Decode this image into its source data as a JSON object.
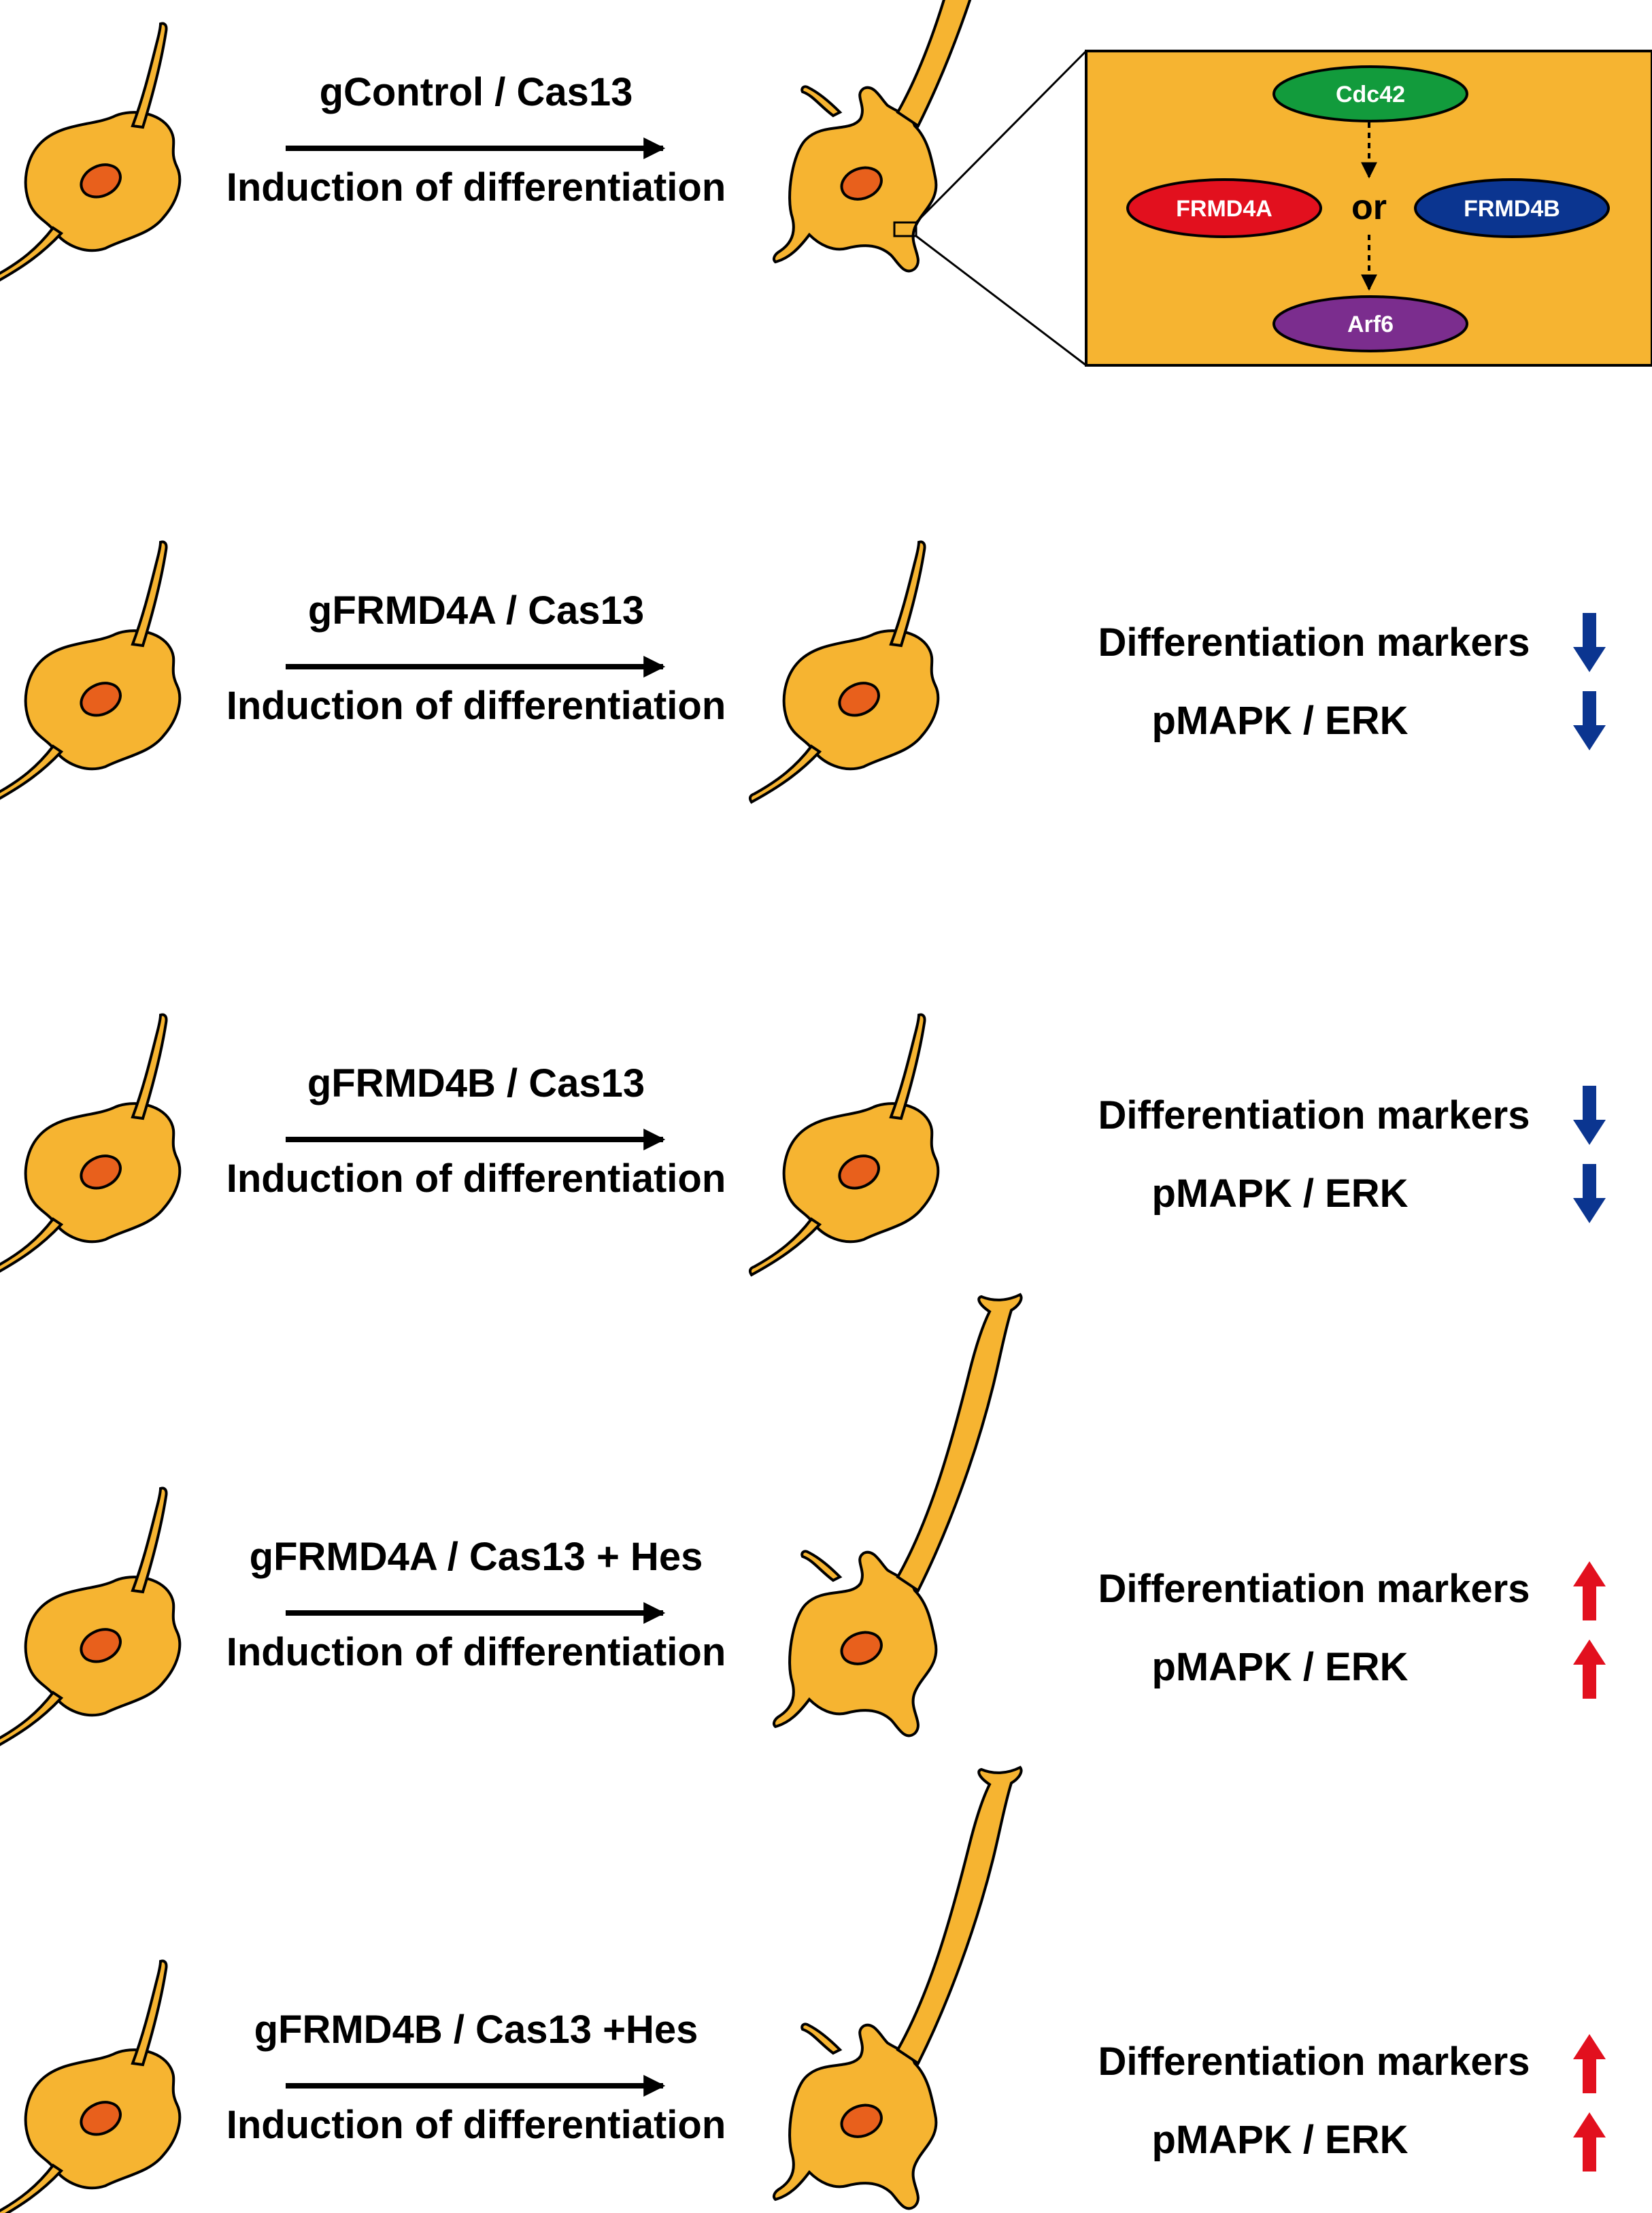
{
  "colors": {
    "cell_body": "#F6B431",
    "nucleus": "#E8601C",
    "outline": "#000000",
    "inset_bg": "#F6B431",
    "cdc42": "#129B3C",
    "frmd4a": "#E2101E",
    "frmd4b": "#0B3590",
    "arf6": "#7B2D8E",
    "arrow_down": "#0B3590",
    "arrow_up": "#E2101E"
  },
  "inset": {
    "nodes": [
      {
        "id": "cdc42",
        "label": "Cdc42"
      },
      {
        "id": "frmd4a",
        "label": "FRMD4A"
      },
      {
        "id": "or",
        "label": "or"
      },
      {
        "id": "frmd4b",
        "label": "FRMD4B"
      },
      {
        "id": "arf6",
        "label": "Arf6"
      }
    ]
  },
  "rows": [
    {
      "treatment": "gControl / Cas13",
      "process": "Induction of differentiation",
      "outcome": "differentiated",
      "results": []
    },
    {
      "treatment": "gFRMD4A / Cas13",
      "process": "Induction of differentiation",
      "outcome": "undifferentiated",
      "results": [
        {
          "label": "Differentiation markers",
          "direction": "down"
        },
        {
          "label": "pMAPK / ERK",
          "direction": "down"
        }
      ]
    },
    {
      "treatment": "gFRMD4B / Cas13",
      "process": "Induction of differentiation",
      "outcome": "undifferentiated",
      "results": [
        {
          "label": "Differentiation markers",
          "direction": "down"
        },
        {
          "label": "pMAPK / ERK",
          "direction": "down"
        }
      ]
    },
    {
      "treatment": "gFRMD4A / Cas13 + Hes",
      "process": "Induction of differentiation",
      "outcome": "differentiated",
      "results": [
        {
          "label": "Differentiation markers",
          "direction": "up"
        },
        {
          "label": "pMAPK / ERK",
          "direction": "up"
        }
      ]
    },
    {
      "treatment": "gFRMD4B / Cas13 +Hes",
      "process": "Induction of differentiation",
      "outcome": "differentiated",
      "results": [
        {
          "label": "Differentiation markers",
          "direction": "up"
        },
        {
          "label": "pMAPK / ERK",
          "direction": "up"
        }
      ]
    }
  ]
}
